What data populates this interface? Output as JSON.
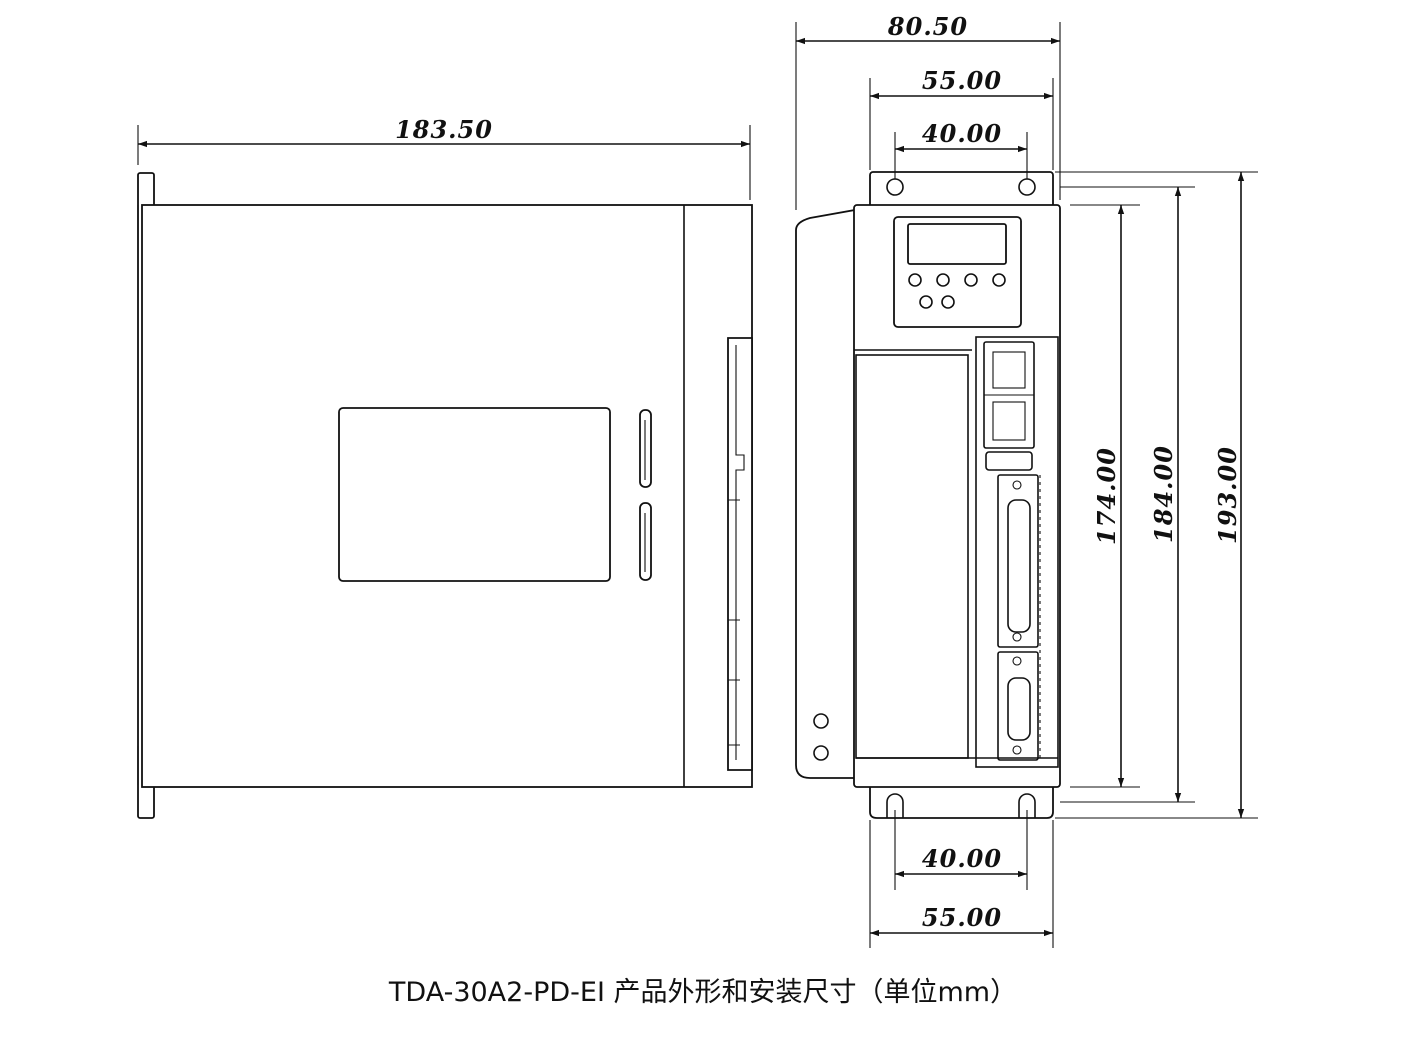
{
  "caption": "TDA-30A2-PD-EI 产品外形和安装尺寸（单位mm）",
  "dimensions": {
    "side_width": "183.50",
    "front_total_width": "80.50",
    "front_top_width": "55.00",
    "front_top_hole_spacing": "40.00",
    "front_bottom_hole_spacing": "40.00",
    "front_bottom_width": "55.00",
    "height_body": "174.00",
    "height_mid": "184.00",
    "height_total": "193.00"
  }
}
